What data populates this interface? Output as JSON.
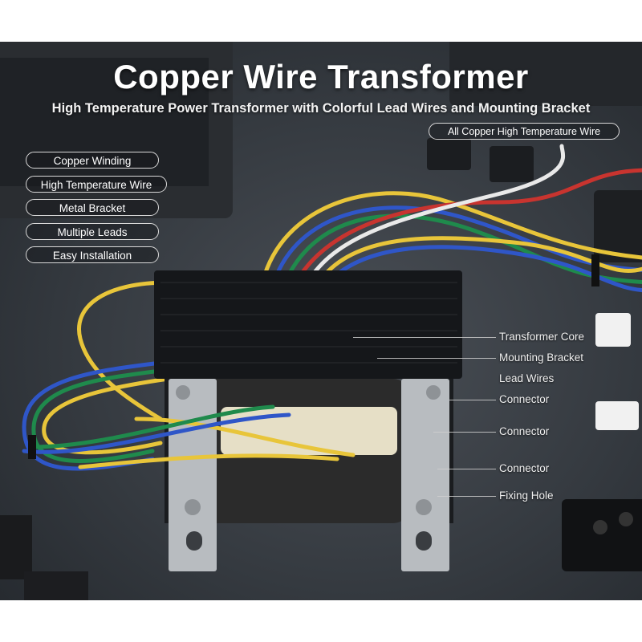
{
  "header": {
    "title": "Copper Wire Transformer",
    "subtitle": "High Temperature Power Transformer with Colorful Lead Wires and Mounting Bracket"
  },
  "top_badge": "All Copper High Temperature Wire",
  "features": [
    "Copper Winding",
    "High Temperature Wire",
    "Metal Bracket",
    "Multiple Leads",
    "Easy Installation"
  ],
  "callouts": [
    "Transformer Core",
    "Mounting Bracket",
    "Lead Wires",
    "Connector",
    "Connector",
    "Connector",
    "Fixing Hole"
  ],
  "colors": {
    "core": "#15171a",
    "bracket": "#b8bcc0",
    "coil": "#2b2b2b",
    "wire_yellow": "#e8c53a",
    "wire_blue": "#2f56c8",
    "wire_green": "#1f8a4c",
    "wire_red": "#c8342f",
    "wire_white": "#e9e9e9"
  }
}
